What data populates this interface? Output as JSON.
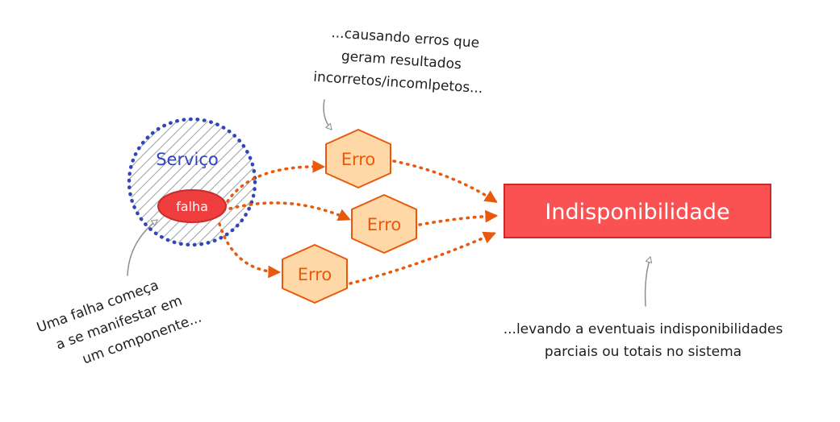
{
  "diagram": {
    "service_label": "Serviço",
    "failure_label": "falha",
    "error_nodes": [
      "Erro",
      "Erro",
      "Erro"
    ],
    "outcome_label": "Indisponibilidade",
    "annotations": {
      "errors": [
        "...causando erros que",
        "geram resultados",
        "incorretos/incomlpetos..."
      ],
      "failure": [
        "Uma falha começa",
        "a se manifestar em",
        "um componente..."
      ],
      "outcome": [
        "...levando a eventuais indisponibilidades",
        "parciais ou totais no sistema"
      ]
    }
  },
  "colors": {
    "service": "#3246b8",
    "failure_fill": "#f03e3e",
    "failure_stroke": "#c92a2a",
    "error_fill": "#ffd8a8",
    "error_stroke": "#e8590c",
    "flow": "#e8590c",
    "outcome_fill": "#fa5252",
    "outcome_stroke": "#c92a2a",
    "pointer": "#8a8f96",
    "text": "#1e1e1e"
  }
}
